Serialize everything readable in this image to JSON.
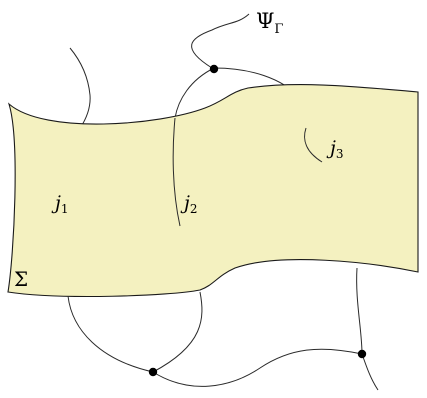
{
  "colors": {
    "surface_fill": "#f4f1c0",
    "surface_stroke": "#1a1a1a",
    "curve_stroke": "#2a2a2a",
    "vertex_fill": "#000000"
  },
  "labels": {
    "psi_main": "Ψ",
    "psi_sub": "Γ",
    "sigma": "Σ",
    "j1_main": "j",
    "j1_sub": "1",
    "j2_main": "j",
    "j2_sub": "2",
    "j3_main": "j",
    "j3_sub": "3"
  }
}
